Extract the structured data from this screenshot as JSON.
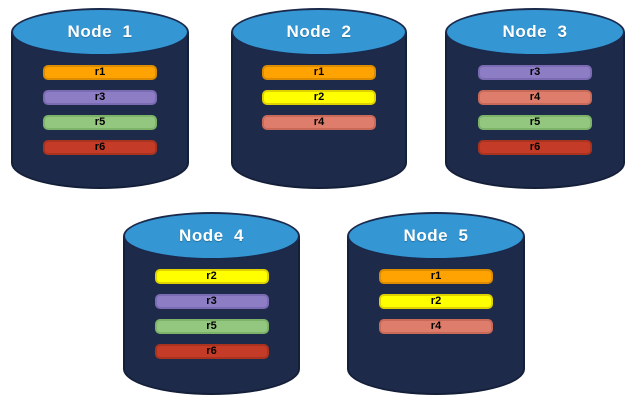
{
  "theme": {
    "background": "#ffffff",
    "cylinder_body": "#1E2A49",
    "cylinder_outline": "#141F3A",
    "ellipse_fill": "#3497D3",
    "ellipse_outline": "#1B2A4C",
    "title_color": "#FFFFFF",
    "bar_text_color": "#000000"
  },
  "replica_colors": {
    "r1": {
      "fill": "#FFA302",
      "border": "#DB8C00"
    },
    "r2": {
      "fill": "#FFFF00",
      "border": "#E0D200"
    },
    "r3": {
      "fill": "#8C7DC4",
      "border": "#7A6BB2"
    },
    "r4": {
      "fill": "#DE7D6B",
      "border": "#C96A58"
    },
    "r5": {
      "fill": "#93C77F",
      "border": "#7CB369"
    },
    "r6": {
      "fill": "#C43C27",
      "border": "#A9331F"
    }
  },
  "nodes": [
    {
      "label": "Node  1",
      "replicas": [
        {
          "id": "r1"
        },
        {
          "id": "r3"
        },
        {
          "id": "r5"
        },
        {
          "id": "r6"
        }
      ]
    },
    {
      "label": "Node  2",
      "replicas": [
        {
          "id": "r1"
        },
        {
          "id": "r2"
        },
        {
          "id": "r4"
        }
      ]
    },
    {
      "label": "Node  3",
      "replicas": [
        {
          "id": "r3"
        },
        {
          "id": "r4"
        },
        {
          "id": "r5"
        },
        {
          "id": "r6"
        }
      ]
    },
    {
      "label": "Node  4",
      "replicas": [
        {
          "id": "r2"
        },
        {
          "id": "r3"
        },
        {
          "id": "r5"
        },
        {
          "id": "r6"
        }
      ]
    },
    {
      "label": "Node  5",
      "replicas": [
        {
          "id": "r1"
        },
        {
          "id": "r2"
        },
        {
          "id": "r4"
        }
      ]
    }
  ]
}
